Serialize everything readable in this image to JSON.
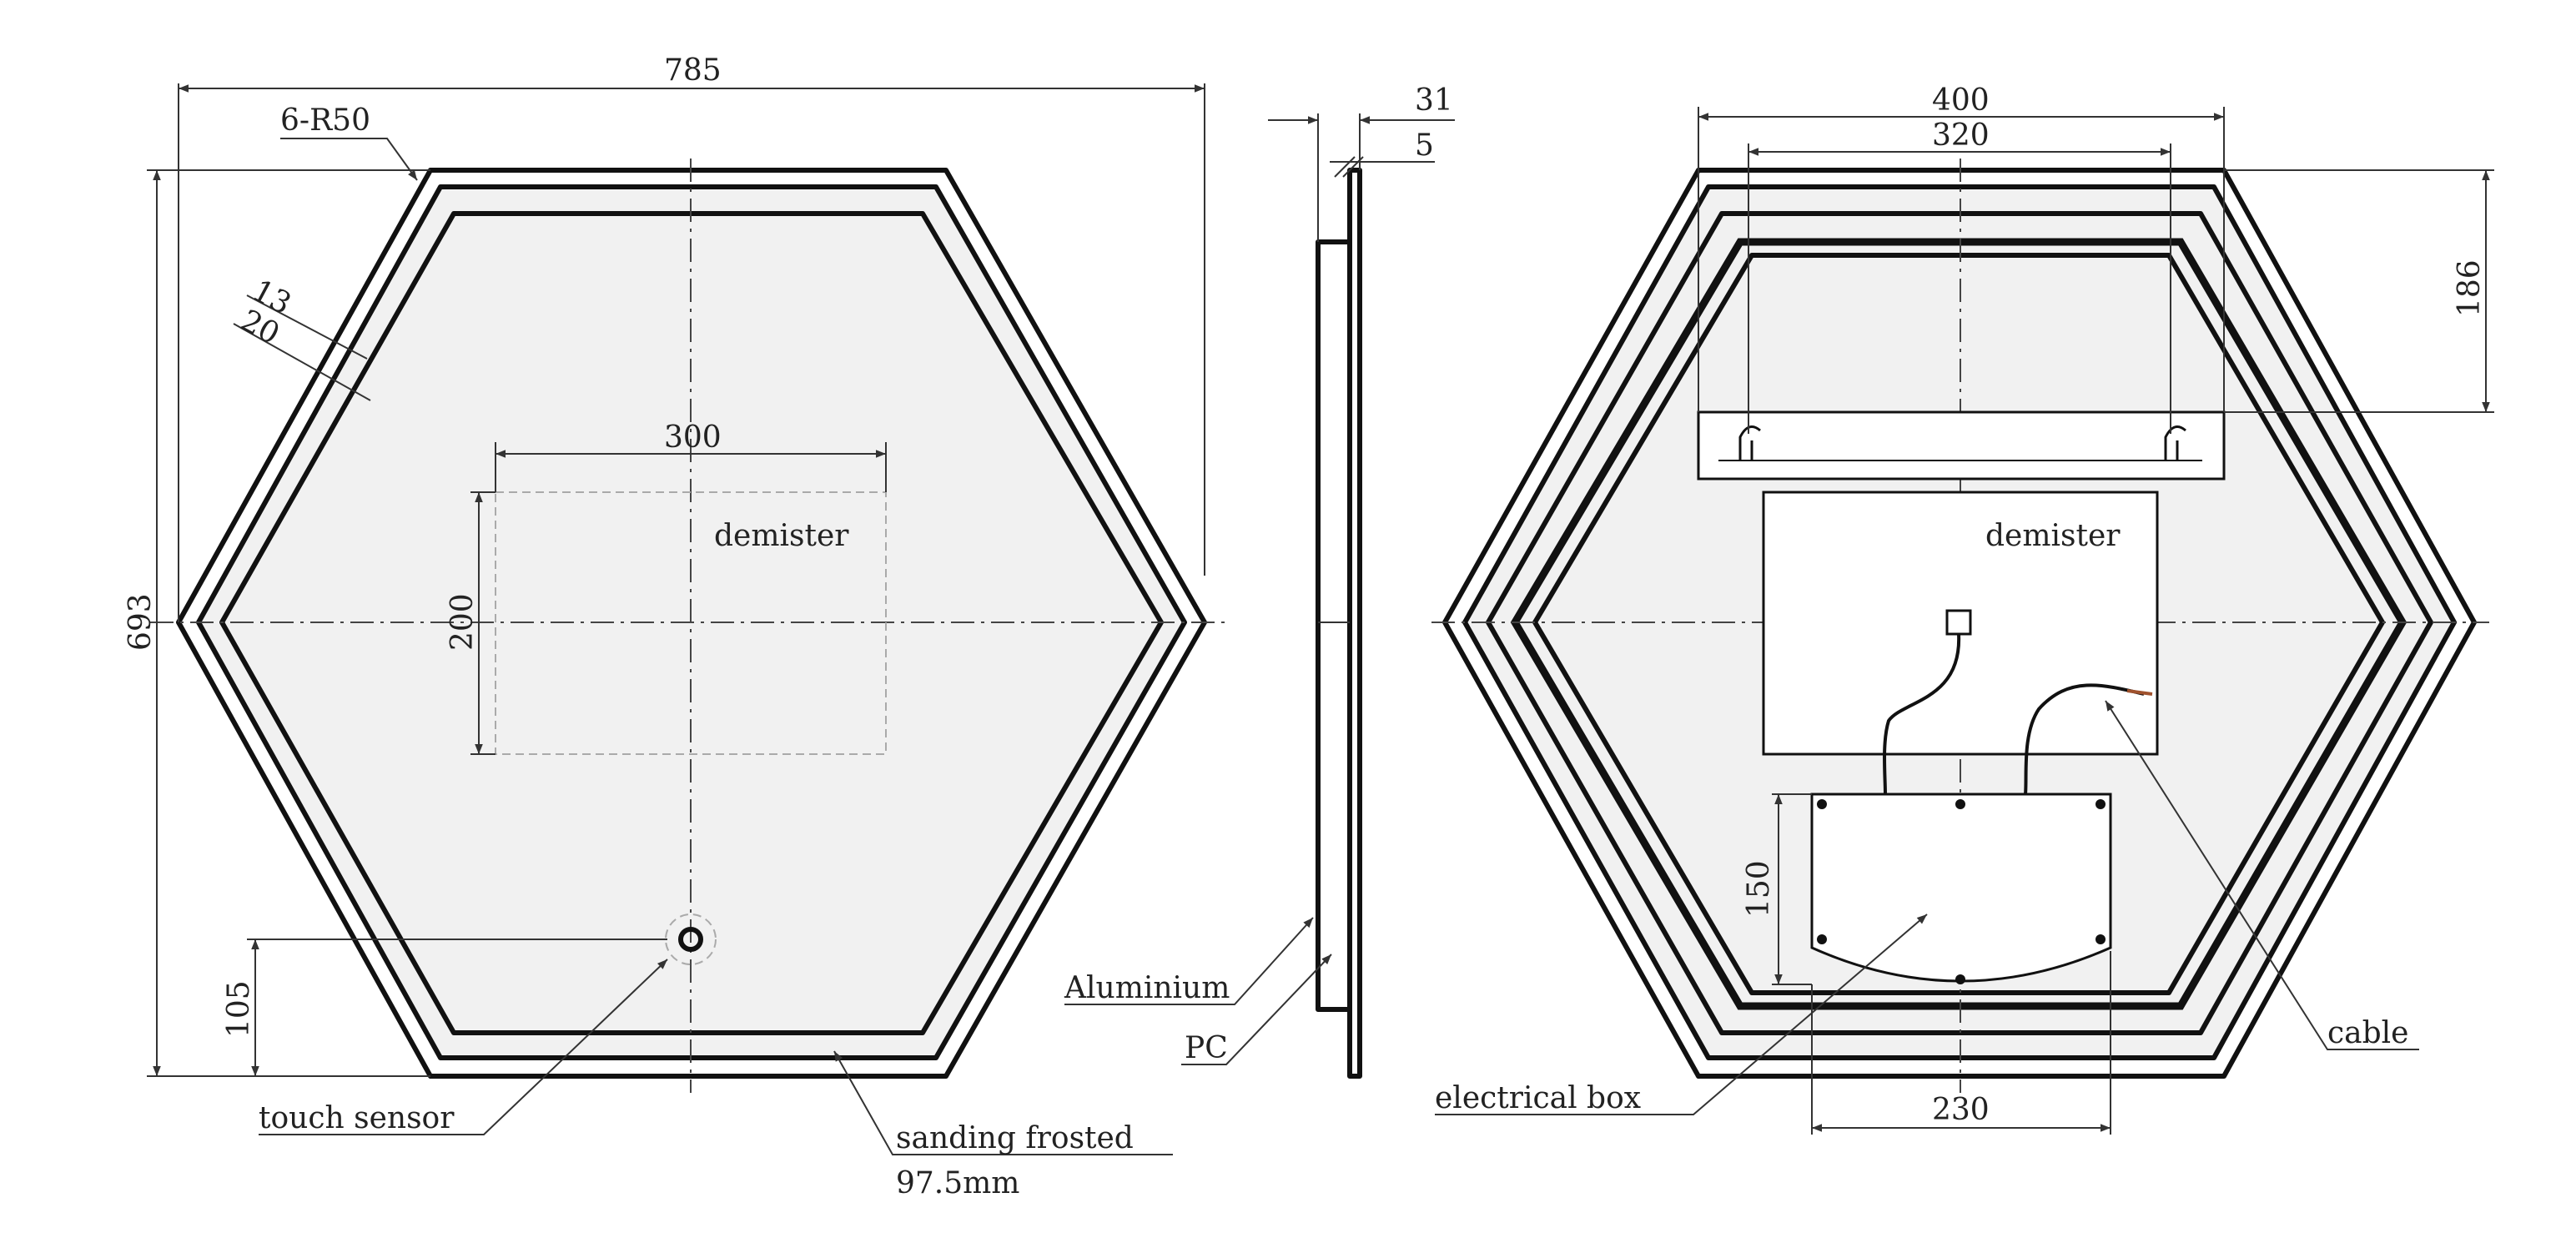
{
  "front_view": {
    "width_label": "785",
    "height_label": "693",
    "radius_label": "6-R50",
    "band_13": "13",
    "band_20": "20",
    "demister_width": "300",
    "demister_height": "200",
    "demister_label": "demister",
    "sensor_offset": "105",
    "touch_sensor_label": "touch sensor",
    "sanding_label": "sanding frosted",
    "sanding_width": "97.5mm"
  },
  "side_view": {
    "depth_label": "31",
    "glass_label": "5",
    "aluminium_label": "Aluminium",
    "pc_label": "PC"
  },
  "back_view": {
    "bracket_outer": "400",
    "bracket_inner": "320",
    "bracket_offset": "186",
    "demister_label": "demister",
    "box_height": "150",
    "box_width": "230",
    "electrical_box_label": "electrical box",
    "cable_label": "cable"
  }
}
